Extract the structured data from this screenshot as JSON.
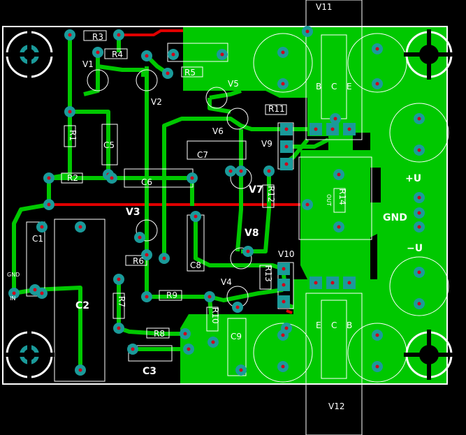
{
  "board": {
    "colors": {
      "background": "#000000",
      "copper_pour": "#00c800",
      "trace": "#00c800",
      "red_trace": "#e00000",
      "pad": "#1a9a9a",
      "pad_hole": "#d0001a",
      "silkscreen": "#ffffff"
    }
  },
  "refdes": {
    "r3": "R3",
    "r4": "R4",
    "r5": "R5",
    "r1": "R1",
    "r2": "R2",
    "r6": "R6",
    "r7": "R7",
    "r8": "R8",
    "r9": "R9",
    "r10": "R10",
    "r11": "R11",
    "r12": "R12",
    "r13": "R13",
    "r14": "R14",
    "v1": "V1",
    "v2": "V2",
    "v3": "V3",
    "v4": "V4",
    "v5": "V5",
    "v6": "V6",
    "v7": "V7",
    "v8": "V8",
    "v9": "V9",
    "v10": "V10",
    "v11": "V11",
    "v12": "V12",
    "c1": "C1",
    "c2": "C2",
    "c3": "C3",
    "c5": "C5",
    "c6": "C6",
    "c7": "C7",
    "c8": "C8",
    "c9": "C9"
  },
  "connector_labels": {
    "plus_u": "+U",
    "gnd": "GND",
    "minus_u": "−U",
    "gnd_in": "GND",
    "in": "IN",
    "out": "OUT"
  },
  "pin_labels": {
    "b": "B",
    "c": "C",
    "e": "E"
  }
}
